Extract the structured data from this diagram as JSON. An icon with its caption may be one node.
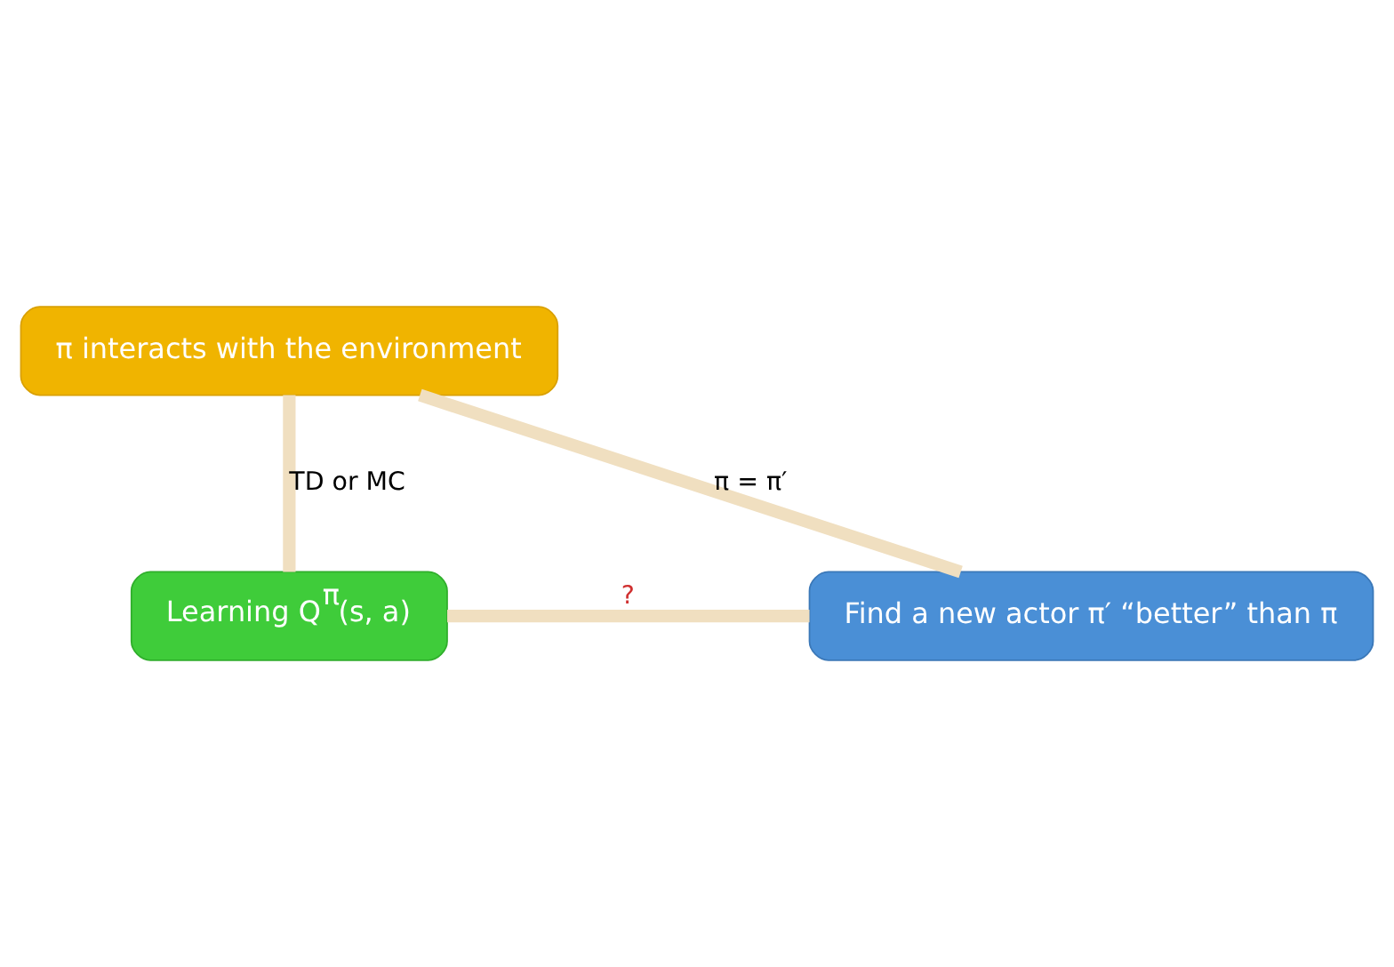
{
  "diagram": {
    "nodes": [
      {
        "text": [
          "π interacts with the environment"
        ]
      },
      {
        "text": [
          "Find a new actor π′ “better” than π"
        ]
      },
      {
        "text": [
          "Learning Q$^{π}$(s, a)"
        ]
      }
    ],
    "edges": [
      {
        "from": 0,
        "to": 2,
        "arrow": "none",
        "label": "TD or MC"
      },
      {
        "from": 2,
        "to": 1,
        "arrow": "none",
        "label": "?"
      },
      {
        "from": 1,
        "to": 0,
        "arrow": "none",
        "label": "π = π′"
      }
    ]
  }
}
